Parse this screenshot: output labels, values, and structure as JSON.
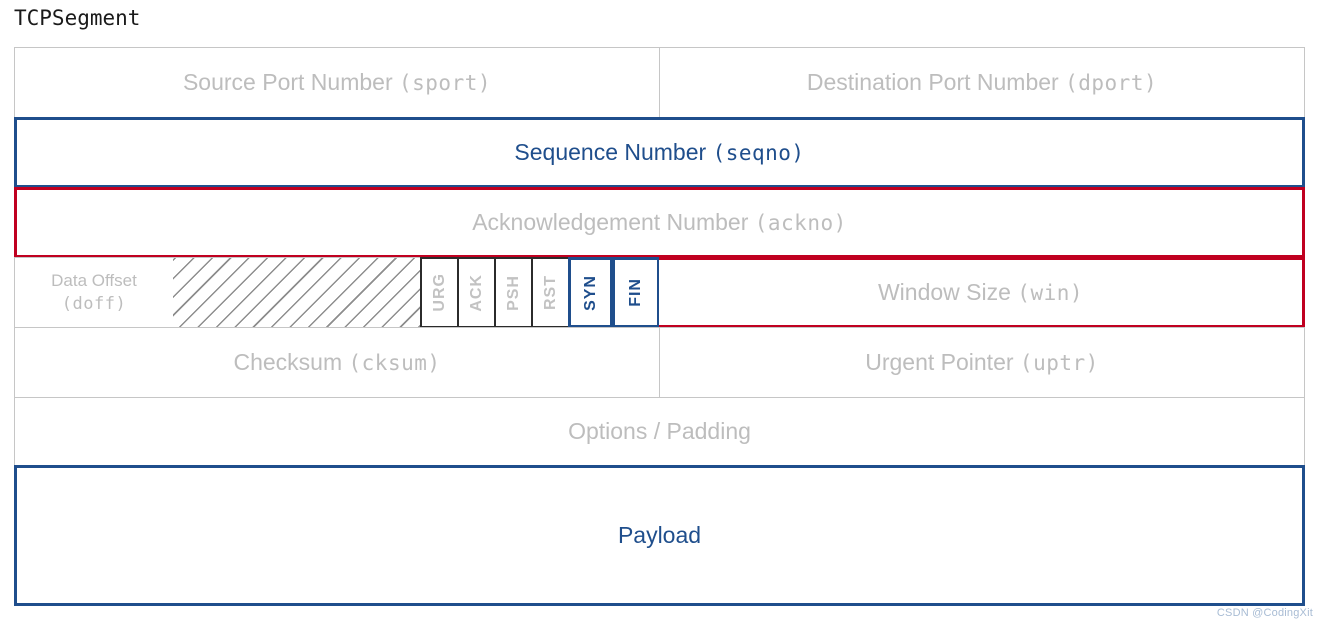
{
  "title": "TCPSegment",
  "watermark": "CSDN @CodingXit",
  "colors": {
    "blue": "#1f4e8c",
    "red": "#c00020",
    "gray_text": "#bdbdbd",
    "light_border": "#c6c6c6",
    "flag_border": "#2b2b2b"
  },
  "fields": {
    "source_port": {
      "label": "Source Port Number",
      "name": "(sport)"
    },
    "dest_port": {
      "label": "Destination Port Number",
      "name": "(dport)"
    },
    "sequence_number": {
      "label": "Sequence Number",
      "name": "(seqno)"
    },
    "ack_number": {
      "label": "Acknowledgement Number",
      "name": "(ackno)"
    },
    "data_offset": {
      "label": "Data Offset",
      "name": "(doff)"
    },
    "window_size": {
      "label": "Window Size",
      "name": "(win)"
    },
    "checksum": {
      "label": "Checksum",
      "name": "(cksum)"
    },
    "urgent_pointer": {
      "label": "Urgent Pointer",
      "name": "(uptr)"
    },
    "options": {
      "label": "Options / Padding",
      "name": ""
    },
    "payload": {
      "label": "Payload",
      "name": ""
    }
  },
  "flags": [
    {
      "label": "URG",
      "highlight": false
    },
    {
      "label": "ACK",
      "highlight": false
    },
    {
      "label": "PSH",
      "highlight": false
    },
    {
      "label": "RST",
      "highlight": false
    },
    {
      "label": "SYN",
      "highlight": true
    },
    {
      "label": "FIN",
      "highlight": true
    }
  ],
  "reserved": {
    "label": ""
  }
}
